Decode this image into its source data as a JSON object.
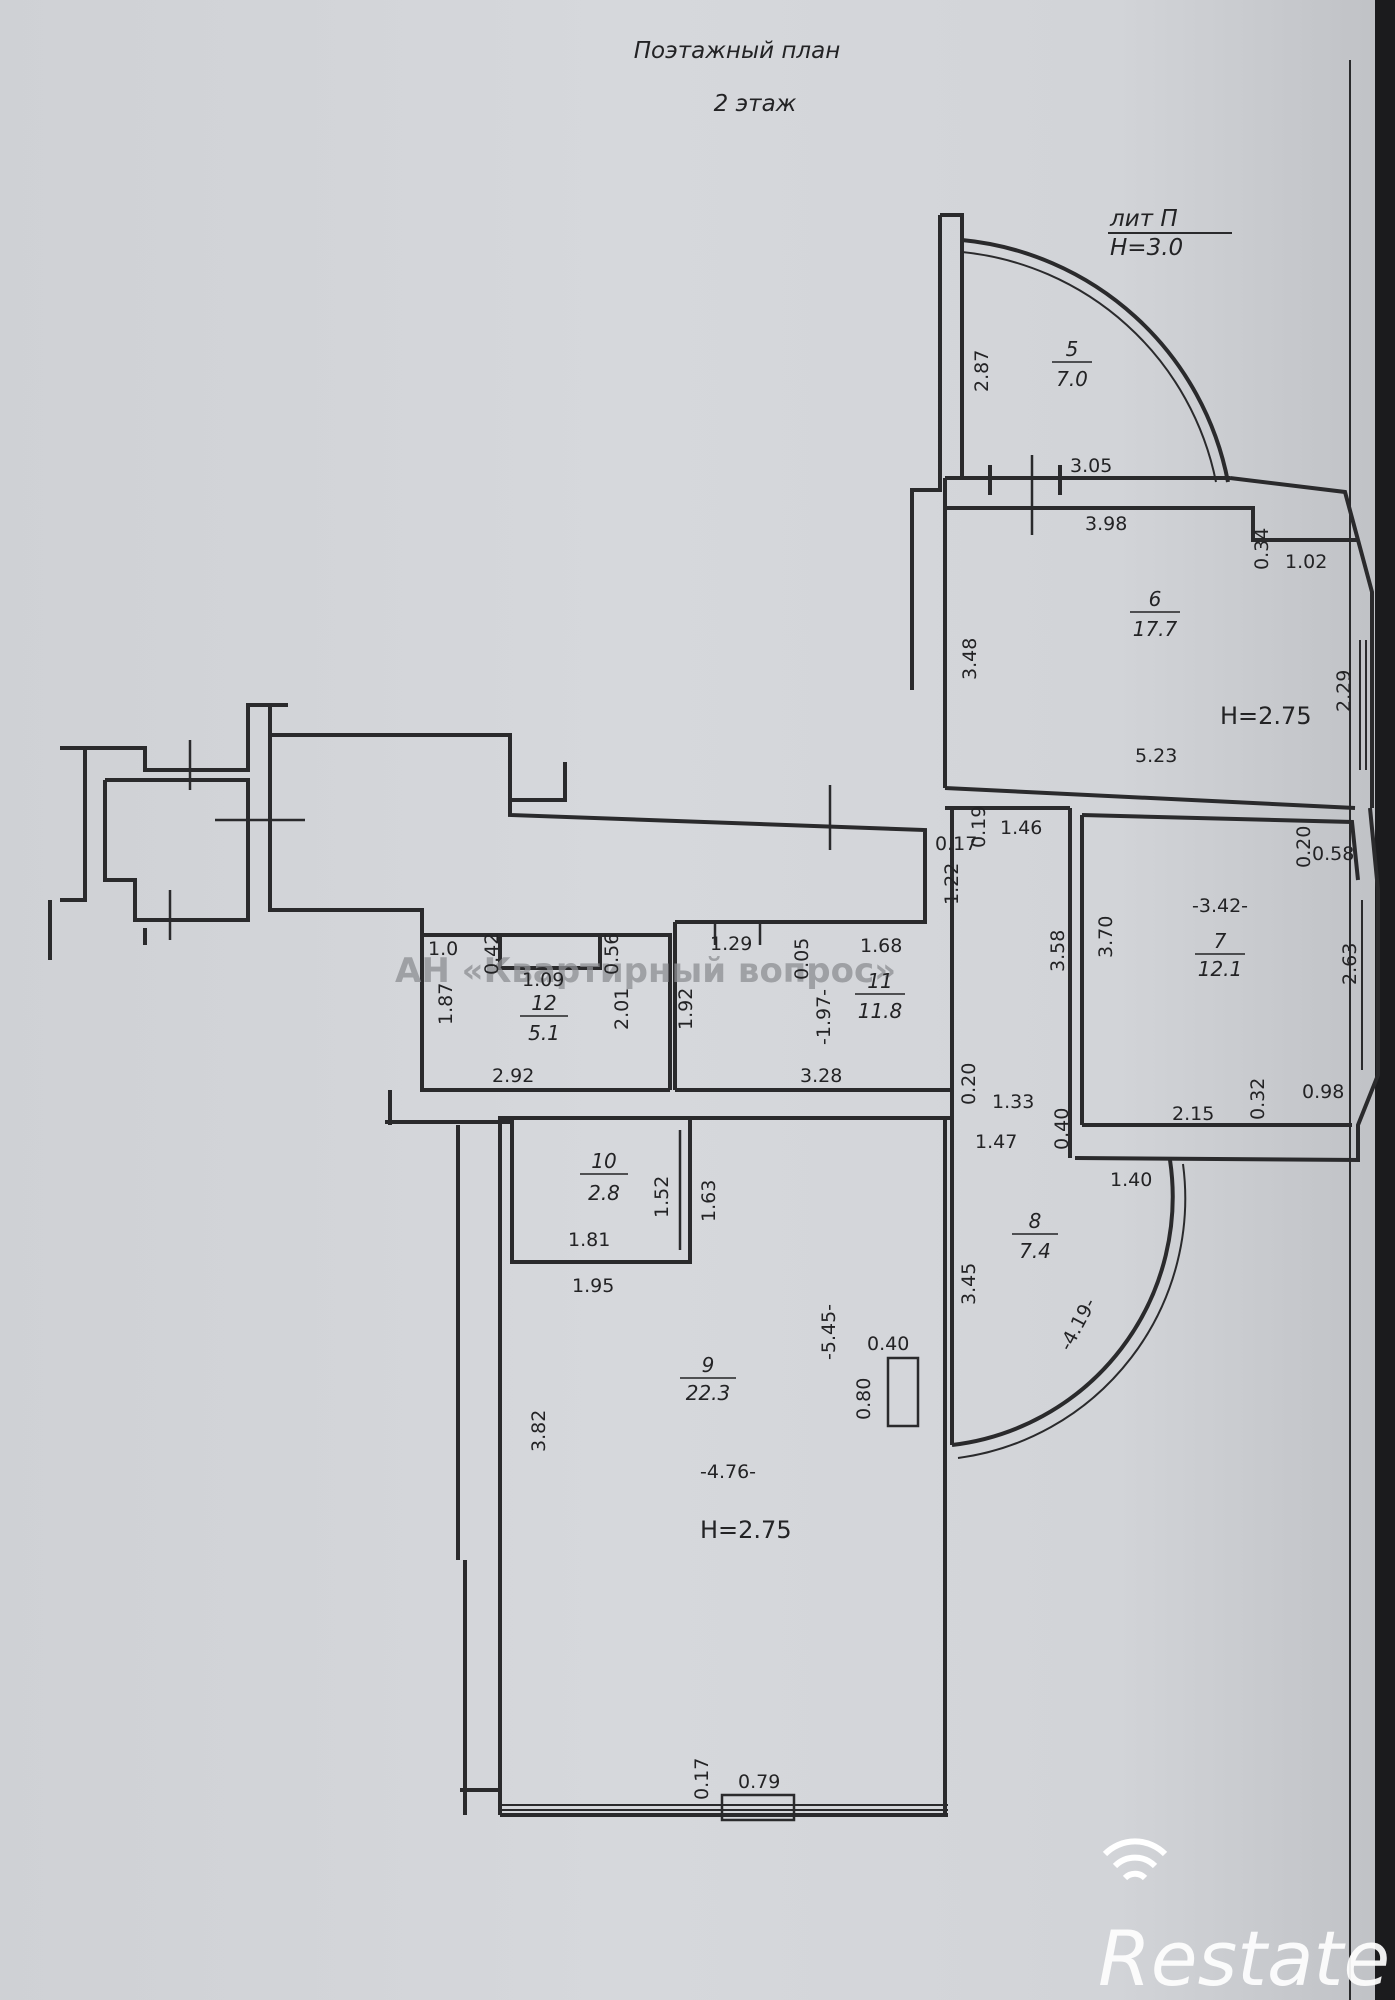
{
  "title": {
    "line1": "Поэтажный план",
    "line2": "2 этаж"
  },
  "lit": {
    "name": "лит П",
    "height": "H=3.0"
  },
  "rooms": [
    {
      "number": "5",
      "area": "7.0"
    },
    {
      "number": "6",
      "area": "17.7"
    },
    {
      "number": "7",
      "area": "12.1"
    },
    {
      "number": "8",
      "area": "7.4"
    },
    {
      "number": "9",
      "area": "22.3"
    },
    {
      "number": "10",
      "area": "2.8"
    },
    {
      "number": "11",
      "area": "11.8"
    },
    {
      "number": "12",
      "area": "5.1"
    }
  ],
  "heights": [
    "H=2.75",
    "H=2.75"
  ],
  "dimensions": {
    "r5_left": "2.87",
    "r5_bottom": "3.05",
    "r6_top": "3.98",
    "r6_corner_a": "0.34",
    "r6_corner_b": "1.02",
    "r6_left": "3.48",
    "r6_right": "2.29",
    "r6_bottom": "5.23",
    "hall_a": "0.17",
    "hall_b": "0.19",
    "hall_top": "1.46",
    "hall_left": "1.22",
    "r11_right": "3.58",
    "r7_left": "3.70",
    "r7_top": "-3.42-",
    "r7_corner_a": "0.20",
    "r7_corner_b": "0.58",
    "r7_right": "2.63",
    "r7_bottom": "2.15",
    "r7_corner_c": "0.32",
    "r7_corner_d": "0.98",
    "r12_a": "1.0",
    "r12_b": "0.42",
    "r12_c": "1.09",
    "r12_d": "0.56",
    "r12_left": "1.87",
    "r12_right": "2.01",
    "r12_bottom": "2.92",
    "r11_a": "1.29",
    "r11_b": "0.05",
    "r11_top": "1.68",
    "r11_left": "1.92",
    "r11_mid": "-1.97-",
    "r11_bottom": "3.28",
    "r11_c": "0.20",
    "r11_d": "1.33",
    "r8_top": "1.47",
    "r8_a": "0.40",
    "r8_b": "1.40",
    "r8_left": "3.45",
    "r8_arc": "-4.19-",
    "r10_a": "1.52",
    "r10_b": "1.63",
    "r10_bottom": "1.81",
    "r9_top": "1.95",
    "r9_right": "-5.45-",
    "r9_col_a": "0.40",
    "r9_col_b": "0.80",
    "r9_left": "3.82",
    "r9_width": "-4.76-",
    "r9_a": "0.17",
    "r9_b": "0.79"
  },
  "watermark": "АН «Квартирный вопрос»",
  "logo": "Restate"
}
